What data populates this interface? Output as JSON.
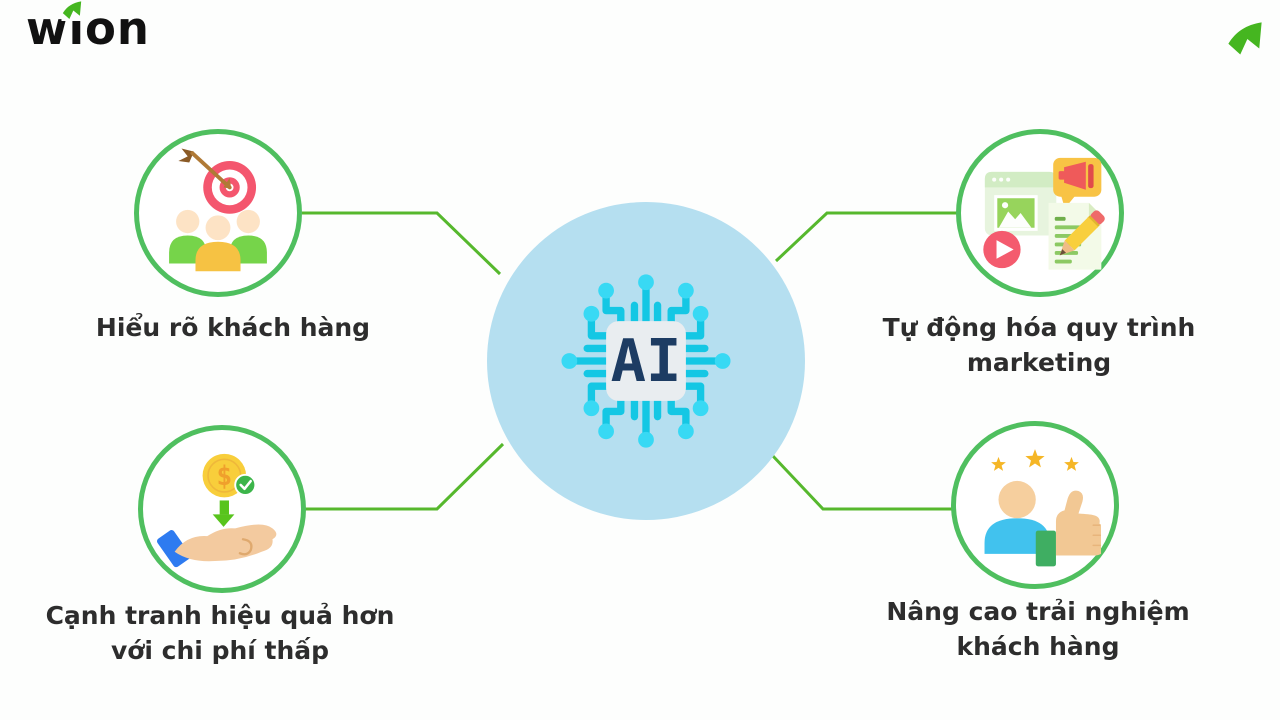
{
  "header": {
    "logo_text": "wion",
    "logo_mark_icon": "green-swoosh-arrow-icon",
    "corner_mark_icon": "green-swoosh-arrow-icon"
  },
  "hub": {
    "label": "AI",
    "icon": "ai-chip-icon"
  },
  "nodes": [
    {
      "id": "understand-customers",
      "icon": "target-audience-icon",
      "label": "Hiểu rõ khách hàng"
    },
    {
      "id": "marketing-automation",
      "icon": "content-marketing-icon",
      "label": "Tự động hóa quy trình\nmarketing"
    },
    {
      "id": "low-cost-competition",
      "icon": "coin-in-hand-icon",
      "label": "Cạnh tranh hiệu quả hơn\nvới chi phí thấp"
    },
    {
      "id": "customer-experience",
      "icon": "thumbs-up-rating-icon",
      "label": "Nâng cao trải nghiệm\nkhách hàng"
    }
  ],
  "icon_details": {
    "coin_symbol": "$"
  },
  "colors": {
    "ring_green": "#4fbf5f",
    "connector_green": "#56b82d",
    "hub_background": "#b5dff0",
    "chip_trace_cyan": "#14c7e4",
    "chip_dot_cyan": "#38d9f4",
    "chip_body_gray": "#e9edf0",
    "ai_text_navy": "#1d3c63",
    "label_text": "#2d2d2d",
    "logo_text_black": "#111111",
    "logo_accent_green": "#45b620"
  }
}
